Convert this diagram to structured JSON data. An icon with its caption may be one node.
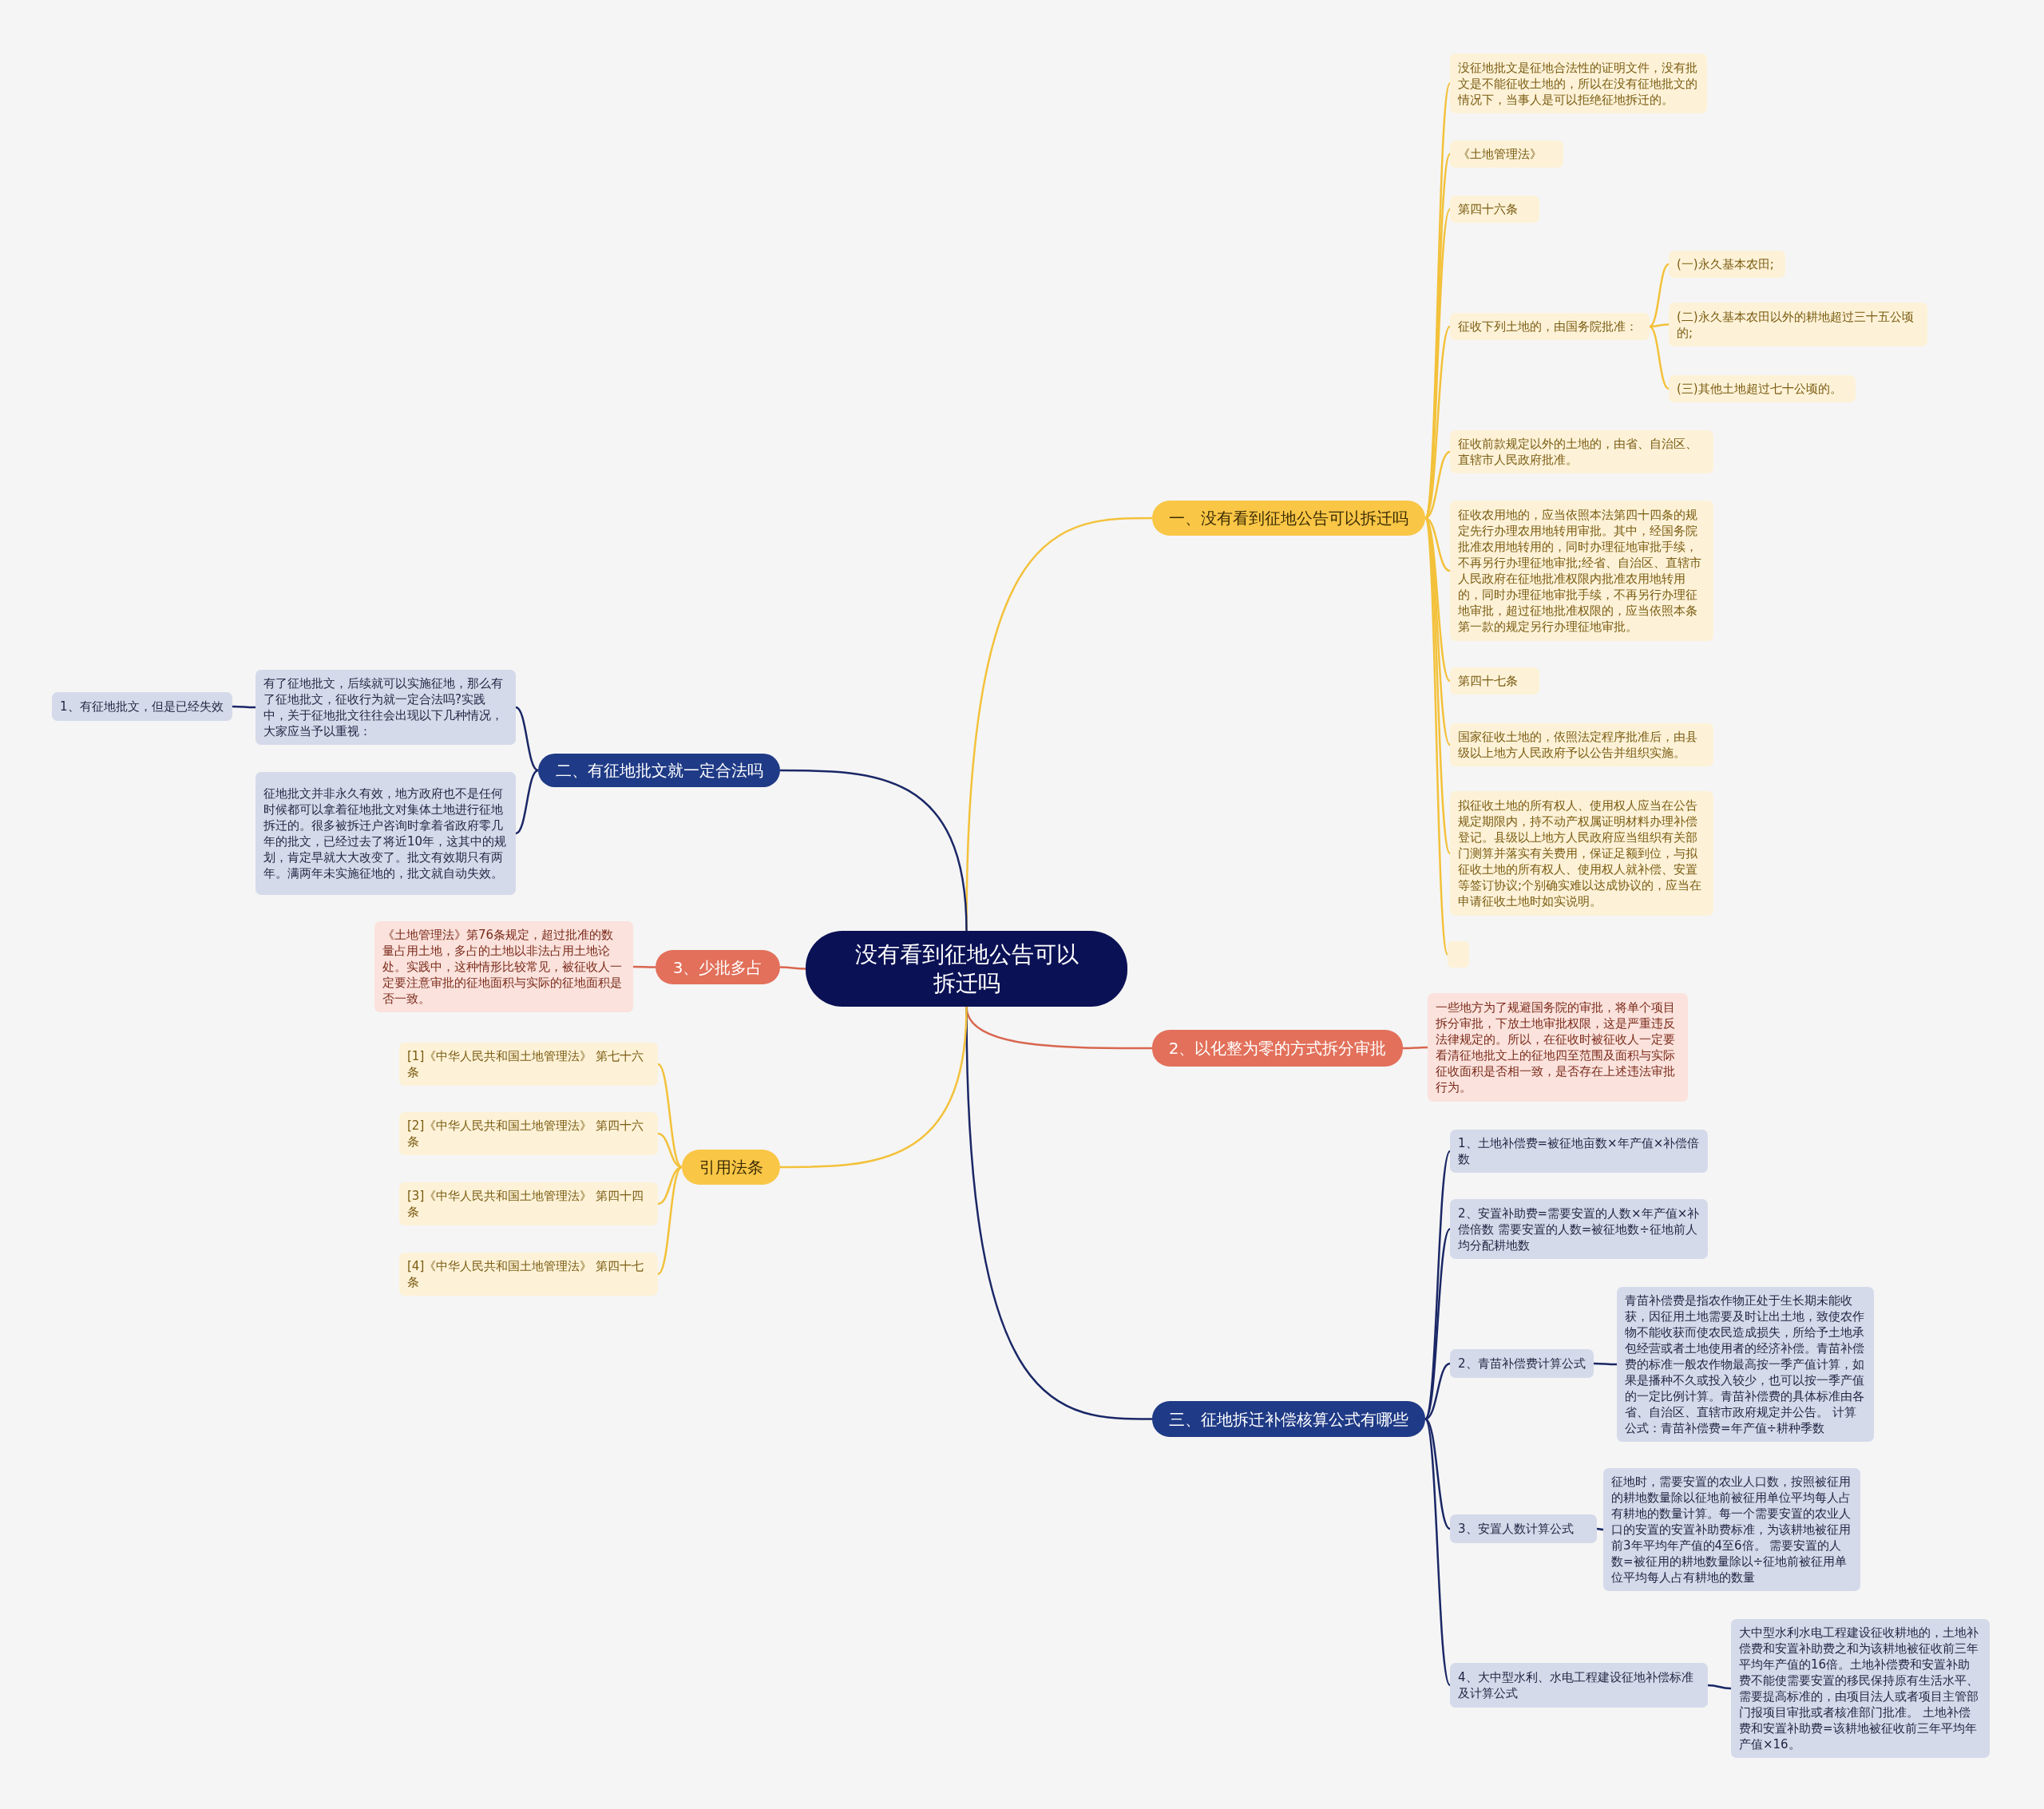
{
  "diagram": {
    "nodes": [
      {
        "text": [
          "没有看到征地公告可以拆迁吗"
        ]
      },
      {
        "text": [
          "一、没有看到征地公告可以拆迁吗"
        ]
      },
      {
        "text": [
          "没征地批文是征地合法性的证明文件，没有批文是不能征收土地的，所以在没有征地批文的情况下，当事人是可以拒绝征地拆迁的。"
        ]
      },
      {
        "text": [
          "《土地管理法》"
        ]
      },
      {
        "text": [
          "第四十六条"
        ]
      },
      {
        "text": [
          "征收下列土地的，由国务院批准："
        ]
      },
      {
        "text": [
          "(一)永久基本农田;"
        ]
      },
      {
        "text": [
          "(二)永久基本农田以外的耕地超过三十五公顷的;"
        ]
      },
      {
        "text": [
          "(三)其他土地超过七十公顷的。"
        ]
      },
      {
        "text": [
          "征收前款规定以外的土地的，由省、自治区、直辖市人民政府批准。"
        ]
      },
      {
        "text": [
          "征收农用地的，应当依照本法第四十四条的规定先行办理农用地转用审批。其中，经国务院批准农用地转用的，同时办理征地审批手续，不再另行办理征地审批;经省、自治区、直辖市人民政府在征地批准权限内批准农用地转用的，同时办理征地审批手续，不再另行办理征地审批，超过征地批准权限的，应当依照本条第一款的规定另行办理征地审批。"
        ]
      },
      {
        "text": [
          "第四十七条"
        ]
      },
      {
        "text": [
          "国家征收土地的，依照法定程序批准后，由县级以上地方人民政府予以公告并组织实施。"
        ]
      },
      {
        "text": [
          "拟征收土地的所有权人、使用权人应当在公告规定期限内，持不动产权属证明材料办理补偿登记。县级以上地方人民政府应当组织有关部门测算并落实有关费用，保证足额到位，与拟征收土地的所有权人、使用权人就补偿、安置等签订协议;个别确实难以达成协议的，应当在申请征收土地时如实说明。"
        ]
      },
      {
        "text": [],
        "shape": "box"
      },
      {
        "text": [
          "2、以化整为零的方式拆分审批"
        ]
      },
      {
        "text": [
          "一些地方为了规避国务院的审批，将单个项目拆分审批，下放土地审批权限，这是严重违反法律规定的。所以，在征收时被征收人一定要看清征地批文上的征地四至范围及面积与实际征收面积是否相一致，是否存在上述违法审批行为。"
        ]
      },
      {
        "text": [
          "三、征地拆迁补偿核算公式有哪些"
        ]
      },
      {
        "text": [
          "1、土地补偿费=被征地亩数×年产值×补偿倍数"
        ]
      },
      {
        "text": [
          "2、安置补助费=需要安置的人数×年产值×补偿倍数 需要安置的人数=被征地数÷征地前人均分配耕地数"
        ]
      },
      {
        "text": [
          "2、青苗补偿费计算公式"
        ]
      },
      {
        "text": [
          "青苗补偿费是指农作物正处于生长期未能收获，因征用土地需要及时让出土地，致使农作物不能收获而使农民造成损失，所给予土地承包经营或者土地使用者的经济补偿。青苗补偿费的标准一般农作物最高按一季产值计算，如果是播种不久或投入较少，也可以按一季产值的一定比例计算。青苗补偿费的具体标准由各省、自治区、直辖市政府规定并公告。 计算公式：青苗补偿费=年产值÷耕种季数"
        ]
      },
      {
        "text": [
          "3、安置人数计算公式"
        ]
      },
      {
        "text": [
          "征地时，需要安置的农业人口数，按照被征用的耕地数量除以征地前被征用单位平均每人占有耕地的数量计算。每一个需要安置的农业人口的安置的安置补助费标准，为该耕地被征用前3年平均年产值的4至6倍。 需要安置的人数=被征用的耕地数量除以÷征地前被征用单位平均每人占有耕地的数量"
        ]
      },
      {
        "text": [
          "4、大中型水利、水电工程建设征地补偿标准及计算公式"
        ]
      },
      {
        "text": [
          "大中型水利水电工程建设征收耕地的，土地补偿费和安置补助费之和为该耕地被征收前三年平均年产值的16倍。土地补偿费和安置补助费不能使需要安置的移民保持原有生活水平、需要提高标准的，由项目法人或者项目主管部门报项目审批或者核准部门批准。 土地补偿费和安置补助费=该耕地被征收前三年平均年产值×16。"
        ]
      },
      {
        "text": [
          "二、有征地批文就一定合法吗"
        ]
      },
      {
        "text": [
          "有了征地批文，后续就可以实施征地，那么有了征地批文，征收行为就一定合法吗?实践中，关于征地批文往往会出现以下几种情况，大家应当予以重视："
        ]
      },
      {
        "text": [
          "1、有征地批文，但是已经失效"
        ]
      },
      {
        "text": [
          "征地批文并非永久有效，地方政府也不是任何时候都可以拿着征地批文对集体土地进行征地拆迁的。很多被拆迁户咨询时拿着省政府零几年的批文，已经过去了将近10年，这其中的规划，肯定早就大大改变了。批文有效期只有两年。满两年未实施征地的，批文就自动失效。"
        ]
      },
      {
        "text": [
          "3、少批多占"
        ]
      },
      {
        "text": [
          "《土地管理法》第76条规定，超过批准的数量占用土地，多占的土地以非法占用土地论处。实践中，这种情形比较常见，被征收人一定要注意审批的征地面积与实际的征地面积是否一致。"
        ]
      },
      {
        "text": [
          "引用法条"
        ]
      },
      {
        "text": [
          "[1]《中华人民共和国土地管理法》 第七十六条"
        ]
      },
      {
        "text": [
          "[2]《中华人民共和国土地管理法》 第四十六条"
        ]
      },
      {
        "text": [
          "[3]《中华人民共和国土地管理法》 第四十四条"
        ]
      },
      {
        "text": [
          "[4]《中华人民共和国土地管理法》 第四十七条"
        ]
      }
    ],
    "edges": [
      {
        "from": 0,
        "to": 1,
        "arrow": "none"
      },
      {
        "from": 1,
        "to": 2,
        "arrow": "none"
      },
      {
        "from": 1,
        "to": 3,
        "arrow": "none"
      },
      {
        "from": 1,
        "to": 4,
        "arrow": "none"
      },
      {
        "from": 1,
        "to": 5,
        "arrow": "none"
      },
      {
        "from": 5,
        "to": 6,
        "arrow": "none"
      },
      {
        "from": 5,
        "to": 7,
        "arrow": "none"
      },
      {
        "from": 5,
        "to": 8,
        "arrow": "none"
      },
      {
        "from": 1,
        "to": 9,
        "arrow": "none"
      },
      {
        "from": 1,
        "to": 10,
        "arrow": "none"
      },
      {
        "from": 1,
        "to": 11,
        "arrow": "none"
      },
      {
        "from": 1,
        "to": 12,
        "arrow": "none"
      },
      {
        "from": 1,
        "to": 13,
        "arrow": "none"
      },
      {
        "from": 1,
        "to": 14,
        "arrow": "none"
      },
      {
        "from": 0,
        "to": 15,
        "arrow": "none",
        "color": "#d9664f"
      },
      {
        "from": 15,
        "to": 16,
        "arrow": "none",
        "color": "#d9664f"
      },
      {
        "from": 0,
        "to": 17,
        "arrow": "none",
        "color": "#1a2766"
      },
      {
        "from": 17,
        "to": 18,
        "arrow": "none",
        "color": "#1a2766"
      },
      {
        "from": 17,
        "to": 19,
        "arrow": "none",
        "color": "#1a2766"
      },
      {
        "from": 17,
        "to": 20,
        "arrow": "none",
        "color": "#1a2766"
      },
      {
        "from": 20,
        "to": 21,
        "arrow": "none",
        "color": "#1a2766"
      },
      {
        "from": 17,
        "to": 22,
        "arrow": "none",
        "color": "#1a2766"
      },
      {
        "from": 22,
        "to": 23,
        "arrow": "none",
        "color": "#1a2766"
      },
      {
        "from": 17,
        "to": 24,
        "arrow": "none",
        "color": "#1a2766"
      },
      {
        "from": 24,
        "to": 25,
        "arrow": "none",
        "color": "#1a2766"
      },
      {
        "from": 0,
        "to": 26,
        "arrow": "none",
        "color": "#1a2766"
      },
      {
        "from": 26,
        "to": 27,
        "arrow": "none",
        "color": "#1a2766"
      },
      {
        "from": 27,
        "to": 28,
        "arrow": "none",
        "color": "#1a2766"
      },
      {
        "from": 26,
        "to": 29,
        "arrow": "none",
        "color": "#1a2766"
      },
      {
        "from": 0,
        "to": 30,
        "arrow": "none",
        "color": "#d9664f"
      },
      {
        "from": 30,
        "to": 31,
        "arrow": "none",
        "color": "#d9664f"
      },
      {
        "from": 0,
        "to": 32,
        "arrow": "none"
      },
      {
        "from": 32,
        "to": 33,
        "arrow": "none"
      },
      {
        "from": 32,
        "to": 34,
        "arrow": "none"
      },
      {
        "from": 32,
        "to": 35,
        "arrow": "none"
      },
      {
        "from": 32,
        "to": 36,
        "arrow": "none"
      }
    ]
  }
}
